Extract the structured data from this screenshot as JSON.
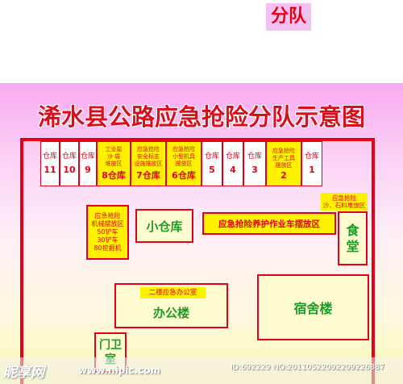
{
  "top_caption": "分队",
  "title": "浠水县公路应急抢险分队示意图",
  "warehouses": [
    {
      "label": "仓库",
      "number": "11",
      "style": "white"
    },
    {
      "label": "仓库",
      "number": "10",
      "style": "white"
    },
    {
      "label": "仓库",
      "number": "9",
      "style": "white"
    },
    {
      "label": "工业盐\n沙 袋\n堆放区",
      "number": "8仓库",
      "style": "yellow"
    },
    {
      "label": "应急抢险\n安全标志\n设施摆放区",
      "number": "7仓库",
      "style": "yellow"
    },
    {
      "label": "应急抢险\n小型机具\n摆放区",
      "number": "6仓库",
      "style": "yellow"
    },
    {
      "label": "仓库",
      "number": "5",
      "style": "white"
    },
    {
      "label": "仓库",
      "number": "4",
      "style": "white"
    },
    {
      "label": "仓库",
      "number": "3",
      "style": "white"
    },
    {
      "label": "应急抢险\n生产工具\n摆放区",
      "number": "2",
      "style": "yellow"
    },
    {
      "label": "仓库",
      "number": "1",
      "style": "white"
    }
  ],
  "machinery": "应急抢险\n机械摆放区\n50铲车\n30铲车\n80挖掘机",
  "small_warehouse": "小仓库",
  "vehicle_area": "应急抢险养护作业车摆放区",
  "sand_area": "应急抢险\n沙、石料堆放区",
  "canteen": "食\n堂",
  "office_label": "二楼应急办公室",
  "office": "办公楼",
  "dormitory": "宿舍楼",
  "guard": "门卫\n室",
  "watermark": {
    "logo": "昵享网",
    "url": "www.nipic.com",
    "id": "ID:692229 NO:20110522092209226387"
  }
}
